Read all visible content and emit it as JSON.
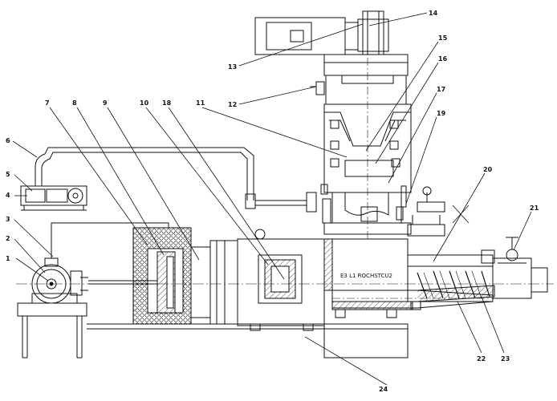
{
  "drawing": {
    "line_color": "#111111",
    "background": "#ffffff",
    "housing_plate_text": "E3 L1 ROCHSTCU2"
  },
  "callouts": [
    {
      "id": "c1",
      "label": "1"
    },
    {
      "id": "c2",
      "label": "2"
    },
    {
      "id": "c3",
      "label": "3"
    },
    {
      "id": "c4",
      "label": "4"
    },
    {
      "id": "c5",
      "label": "5"
    },
    {
      "id": "c6",
      "label": "6"
    },
    {
      "id": "c7",
      "label": "7"
    },
    {
      "id": "c8",
      "label": "8"
    },
    {
      "id": "c9",
      "label": "9"
    },
    {
      "id": "c10",
      "label": "10"
    },
    {
      "id": "c18",
      "label": "18"
    },
    {
      "id": "c11",
      "label": "11"
    },
    {
      "id": "c12",
      "label": "12"
    },
    {
      "id": "c13",
      "label": "13"
    },
    {
      "id": "c14",
      "label": "14"
    },
    {
      "id": "c15",
      "label": "15"
    },
    {
      "id": "c16",
      "label": "16"
    },
    {
      "id": "c17",
      "label": "17"
    },
    {
      "id": "c19",
      "label": "19"
    },
    {
      "id": "c20",
      "label": "20"
    },
    {
      "id": "c21",
      "label": "21"
    },
    {
      "id": "c22",
      "label": "22"
    },
    {
      "id": "c23",
      "label": "23"
    },
    {
      "id": "c24",
      "label": "24"
    }
  ]
}
